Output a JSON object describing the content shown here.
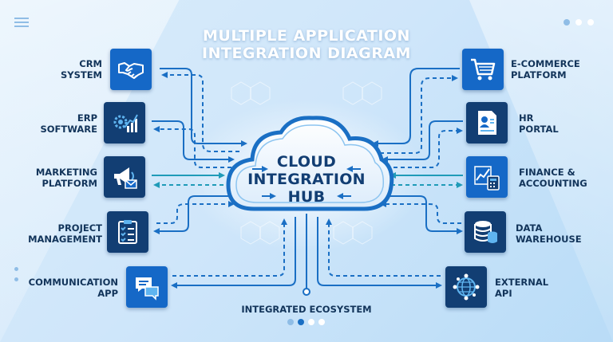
{
  "title": {
    "line1": "MULTIPLE APPLICATION",
    "line2": "INTEGRATION DIAGRAM"
  },
  "hub": {
    "line1": "CLOUD",
    "line2": "INTEGRATION",
    "line3": "HUB"
  },
  "footer_label": "INTEGRATED ECOSYSTEM",
  "left_apps": [
    {
      "line1": "CRM",
      "line2": "SYSTEM",
      "icon": "handshake-icon"
    },
    {
      "line1": "ERP",
      "line2": "SOFTWARE",
      "icon": "gear-chart-icon"
    },
    {
      "line1": "MARKETING",
      "line2": "PLATFORM",
      "icon": "megaphone-icon"
    },
    {
      "line1": "PROJECT",
      "line2": "MANAGEMENT",
      "icon": "checklist-icon"
    },
    {
      "line1": "COMMUNICATION",
      "line2": "APP",
      "icon": "chat-bubbles-icon"
    }
  ],
  "right_apps": [
    {
      "line1": "E-COMMERCE",
      "line2": "PLATFORM",
      "icon": "shopping-cart-icon"
    },
    {
      "line1": "HR",
      "line2": "PORTAL",
      "icon": "employee-profile-icon"
    },
    {
      "line1": "FINANCE &",
      "line2": "ACCOUNTING",
      "icon": "finance-calculator-icon"
    },
    {
      "line1": "DATA",
      "line2": "WAREHOUSE",
      "icon": "database-icon"
    },
    {
      "line1": "EXTERNAL",
      "line2": "API",
      "icon": "globe-network-icon"
    }
  ],
  "colors": {
    "tile_blue": "#1568c7",
    "tile_navy": "#123e73",
    "connector": "#1a6fc4",
    "text_dark": "#12345a"
  }
}
